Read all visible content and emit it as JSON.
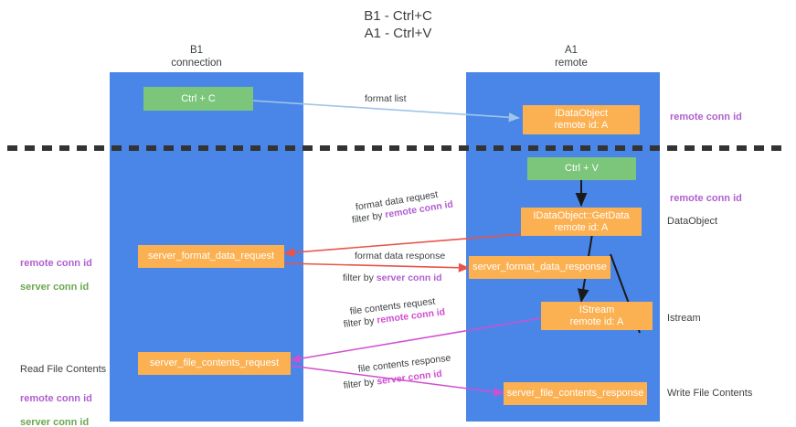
{
  "title": "B1 - Ctrl+C\nA1 - Ctrl+V",
  "columns": [
    {
      "name": "col-b1",
      "label": "B1\nconnection"
    },
    {
      "name": "col-a1",
      "label": "A1\nremote"
    }
  ],
  "nodes": {
    "ctrl_c": "Ctrl + C",
    "ctrl_v": "Ctrl + V",
    "idataobject_top": "IDataObject\nremote id: A",
    "idataobject_getdata": "IDataObject::GetData\nremote id: A",
    "server_format_data_request": "server_format_data_request",
    "server_format_data_response": "server_format_data_response",
    "istream": "IStream\nremote id: A",
    "server_file_contents_request": "server_file_contents_request",
    "server_file_contents_response": "server_file_contents_response"
  },
  "edges": {
    "format_list": "format list",
    "format_data_request": "format data request",
    "format_data_request_filter_prefix": "filter by ",
    "format_data_request_filter_key": "remote conn id",
    "format_data_response": "format data response",
    "format_data_response_filter_prefix": "filter by ",
    "format_data_response_filter_key": "server conn id",
    "file_contents_request": "file contents request",
    "file_contents_request_filter_prefix": "filter by ",
    "file_contents_request_filter_key": "remote conn id",
    "file_contents_response": "file contents response",
    "file_contents_response_filter_prefix": "filter by ",
    "file_contents_response_filter_key": "server conn id"
  },
  "annotations": {
    "right_remote_conn_id_top": "remote conn id",
    "right_remote_conn_id_mid": "remote conn id",
    "right_dataobject": "DataObject",
    "right_istream": "Istream",
    "right_write_file_contents": "Write File Contents",
    "left_remote_conn_id": "remote conn id",
    "left_server_conn_id": "server conn id",
    "left_read_file_contents": "Read File Contents",
    "left_bottom_remote_conn_id": "remote conn id",
    "left_bottom_server_conn_id": "server conn id"
  },
  "colors": {
    "lane": "#4a86e8",
    "green_node": "#7bc67b",
    "orange_node": "#fbb051",
    "purple_text": "#b05fd0",
    "green_text": "#6aa84f",
    "magenta_arrow": "#cf4fd0",
    "red_arrow": "#e8534a",
    "blue_arrow": "#9fc5e8",
    "divider": "#333333"
  }
}
